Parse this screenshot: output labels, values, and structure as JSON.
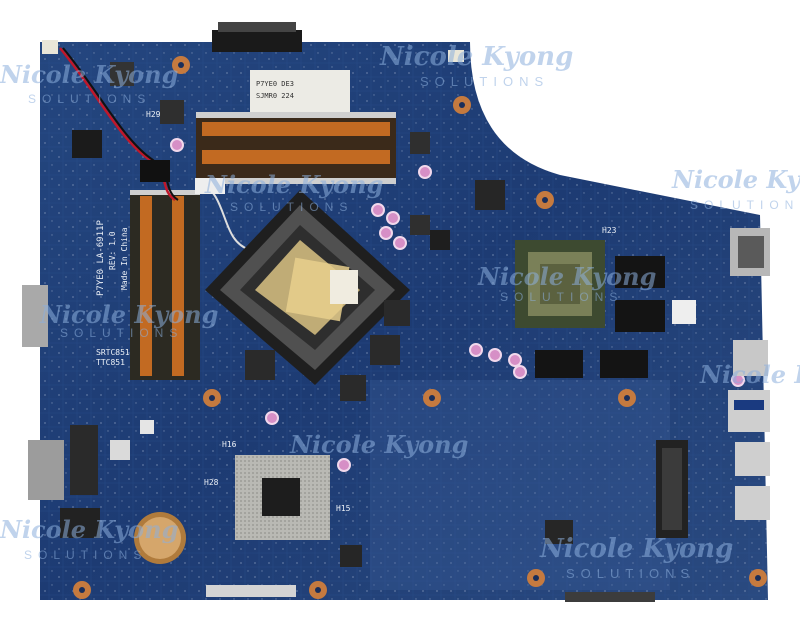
{
  "image": {
    "subject": "laptop-motherboard",
    "colors": {
      "background": "#ffffff",
      "pcb": "#1f3f78",
      "pcb_dark": "#163064",
      "silkscreen": "#e9eef5",
      "watermark": "#8fb0dc"
    }
  },
  "watermark": {
    "brand": "Nicole Kyong",
    "tagline": "SOLUTIONS"
  },
  "board": {
    "model_line": "P7YE0 LA-6911P",
    "rev_line": "REV: 1.0",
    "made_in": "Made In China",
    "mem_label_a": "SRTC851",
    "mem_label_b": "TTC851",
    "ref_h16": "H16",
    "ref_h28": "H28",
    "ref_h23": "H23",
    "ref_h29": "H29",
    "ref_h15": "H15",
    "sticker_line1": "P7YE0 DE3",
    "sticker_line2": "SJMR0 224"
  }
}
